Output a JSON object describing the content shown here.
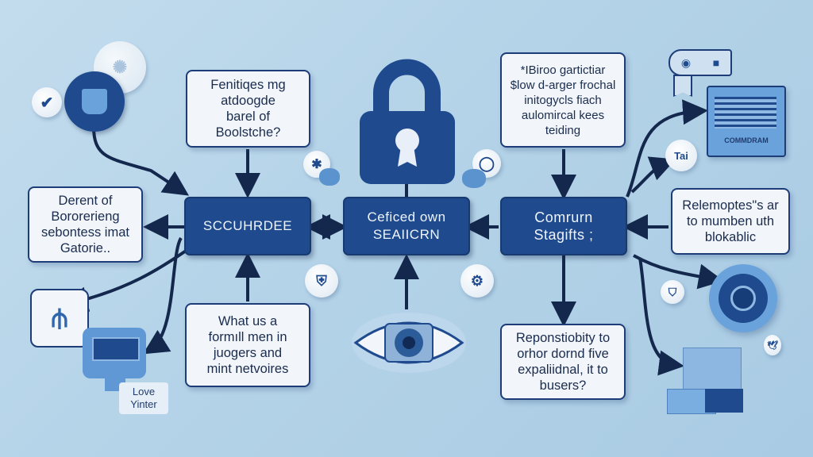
{
  "diagram": {
    "theme": {
      "background": "#b4d3e8",
      "hub_color": "#1f4b8e",
      "box_border": "#1e3d78",
      "box_fill": "#f2f6fb",
      "wire_color": "#14284d"
    },
    "hubs": [
      {
        "id": "left",
        "label": "SCCUHRDEE"
      },
      {
        "id": "center",
        "label": "Ceficed own\nSEAIICRN"
      },
      {
        "id": "right",
        "label": "Comrurn\nStagifts ;"
      }
    ],
    "boxes": {
      "top_left": "Fenitiqes mg\natdoogde\nbarel of\nBoolstche?",
      "top_right": "*IBiroo gartictiar\n$low d-arger frochal\ninitogycls fiach\naulomircal kees\nteiding",
      "left": "Derent of\nBororerieng\nsebontess imat\nGatorie..",
      "right": "Relemoptes\"s ar\nto mumben uth\nblokablic",
      "bottom_left": "What us a\nformıll men in\njuogers and\nmint netvoires",
      "bottom_right": "Reponstiobity to\norhor dornd five\nexpaliidnal, it to\nbusers?"
    },
    "icons": {
      "top_left_cluster": [
        "checkmark-icon",
        "id-badge-icon",
        "network-node-icon"
      ],
      "center_top": "padlock-icon",
      "center_bottom": "eye-icon",
      "small_badges": [
        "gear-icon",
        "user-shield-icon",
        "ring-icon",
        "robot-icon"
      ],
      "top_right_cluster": [
        "camera-toggle-icon",
        "bookmark-icon",
        "server-rack-icon"
      ],
      "right_badge_text": "Tai",
      "server_label": "COMMDRAM",
      "bottom_left_cluster": [
        "pipes-icon",
        "monitor-icon"
      ],
      "bottom_left_card": "Love\nYinter",
      "bottom_right_cluster": [
        "kettlebell-lock-icon",
        "document-stack-icon",
        "bird-badge-icon"
      ]
    }
  }
}
